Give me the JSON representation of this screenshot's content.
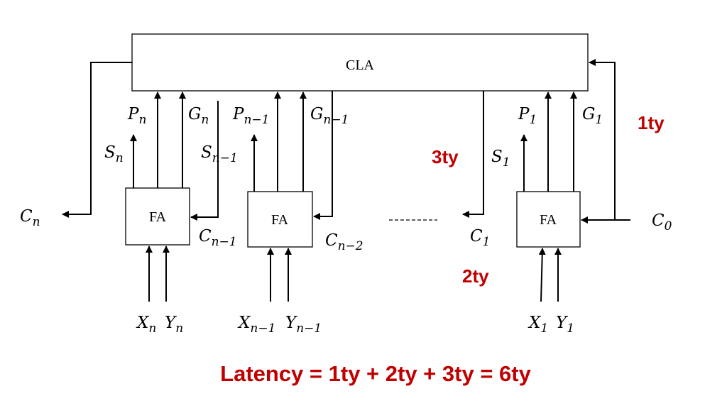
{
  "cla_label": "CLA",
  "fa_blocks": [
    {
      "label": "FA"
    },
    {
      "label": "FA"
    },
    {
      "label": "FA"
    }
  ],
  "signals": {
    "p_n": {
      "base": "P",
      "sub": "n"
    },
    "g_n": {
      "base": "G",
      "sub": "n"
    },
    "s_n": {
      "base": "S",
      "sub": "n"
    },
    "p_nm1": {
      "base": "P",
      "sub": "n−1"
    },
    "g_nm1": {
      "base": "G",
      "sub": "n−1"
    },
    "s_nm1": {
      "base": "S",
      "sub": "n−1"
    },
    "p_1": {
      "base": "P",
      "sub": "1"
    },
    "g_1": {
      "base": "G",
      "sub": "1"
    },
    "s_1": {
      "base": "S",
      "sub": "1"
    },
    "c_n": {
      "base": "C",
      "sub": "n"
    },
    "c_nm1": {
      "base": "C",
      "sub": "n−1"
    },
    "c_nm2": {
      "base": "C",
      "sub": "n−2"
    },
    "c_1": {
      "base": "C",
      "sub": "1"
    },
    "c_0": {
      "base": "C",
      "sub": "0"
    },
    "x_n": {
      "base": "X",
      "sub": "n"
    },
    "y_n": {
      "base": "Y",
      "sub": "n"
    },
    "x_nm1": {
      "base": "X",
      "sub": "n−1"
    },
    "y_nm1": {
      "base": "Y",
      "sub": "n−1"
    },
    "x_1": {
      "base": "X",
      "sub": "1"
    },
    "y_1": {
      "base": "Y",
      "sub": "1"
    }
  },
  "delays": {
    "first": "1ty",
    "second": "2ty",
    "third": "3ty"
  },
  "latency_text": "Latency = 1ty + 2ty + 3ty = 6ty",
  "colors": {
    "lines": "#000000",
    "annotation": "#c00000"
  }
}
